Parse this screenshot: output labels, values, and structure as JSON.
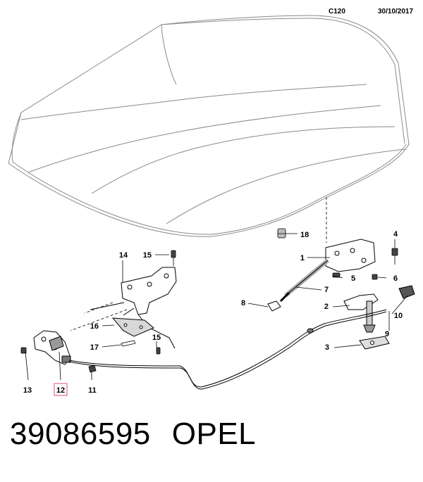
{
  "header": {
    "code": "C120",
    "date": "30/10/2017"
  },
  "callouts": [
    "1",
    "2",
    "3",
    "4",
    "5",
    "6",
    "7",
    "8",
    "9",
    "10",
    "11",
    "12",
    "13",
    "14",
    "15",
    "15",
    "16",
    "17",
    "18"
  ],
  "highlighted_callout": "12",
  "footer": {
    "part_number": "39086595",
    "brand": "OPEL"
  },
  "colors": {
    "line": "#000000",
    "hood_outline": "#8a8a8a",
    "highlight_box": "#e05070",
    "part_gray": "#808080"
  }
}
